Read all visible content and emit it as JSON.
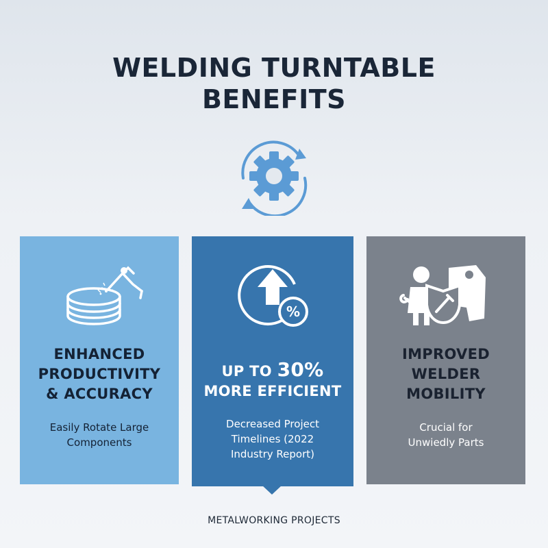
{
  "title": {
    "line1": "WELDING TURNTABLE",
    "line2": "BENEFITS"
  },
  "hero": {
    "icon": "gear-rotate-icon"
  },
  "cards": [
    {
      "icon": "welding-turntable-icon",
      "heading": [
        "ENHANCED",
        "PRODUCTIVITY",
        "& ACCURACY"
      ],
      "body": [
        "Easily Rotate Large",
        "Components"
      ],
      "color": "#79b4e0"
    },
    {
      "icon": "efficiency-arrow-percent-icon",
      "heading_prefix": "UP TO ",
      "heading_big": "30%",
      "heading_line2": "MORE EFFICIENT",
      "body": [
        "Decreased Project",
        "Timelines (2022",
        "Industry Report)"
      ],
      "color": "#3775ad"
    },
    {
      "icon": "welder-safety-shield-icon",
      "heading": [
        "IMPROVED",
        "WELDER",
        "MOBILITY"
      ],
      "body": [
        "Crucial for",
        "Unwiedly Parts"
      ],
      "color": "#7b828c"
    }
  ],
  "footer": "METALWORKING PROJECTS"
}
